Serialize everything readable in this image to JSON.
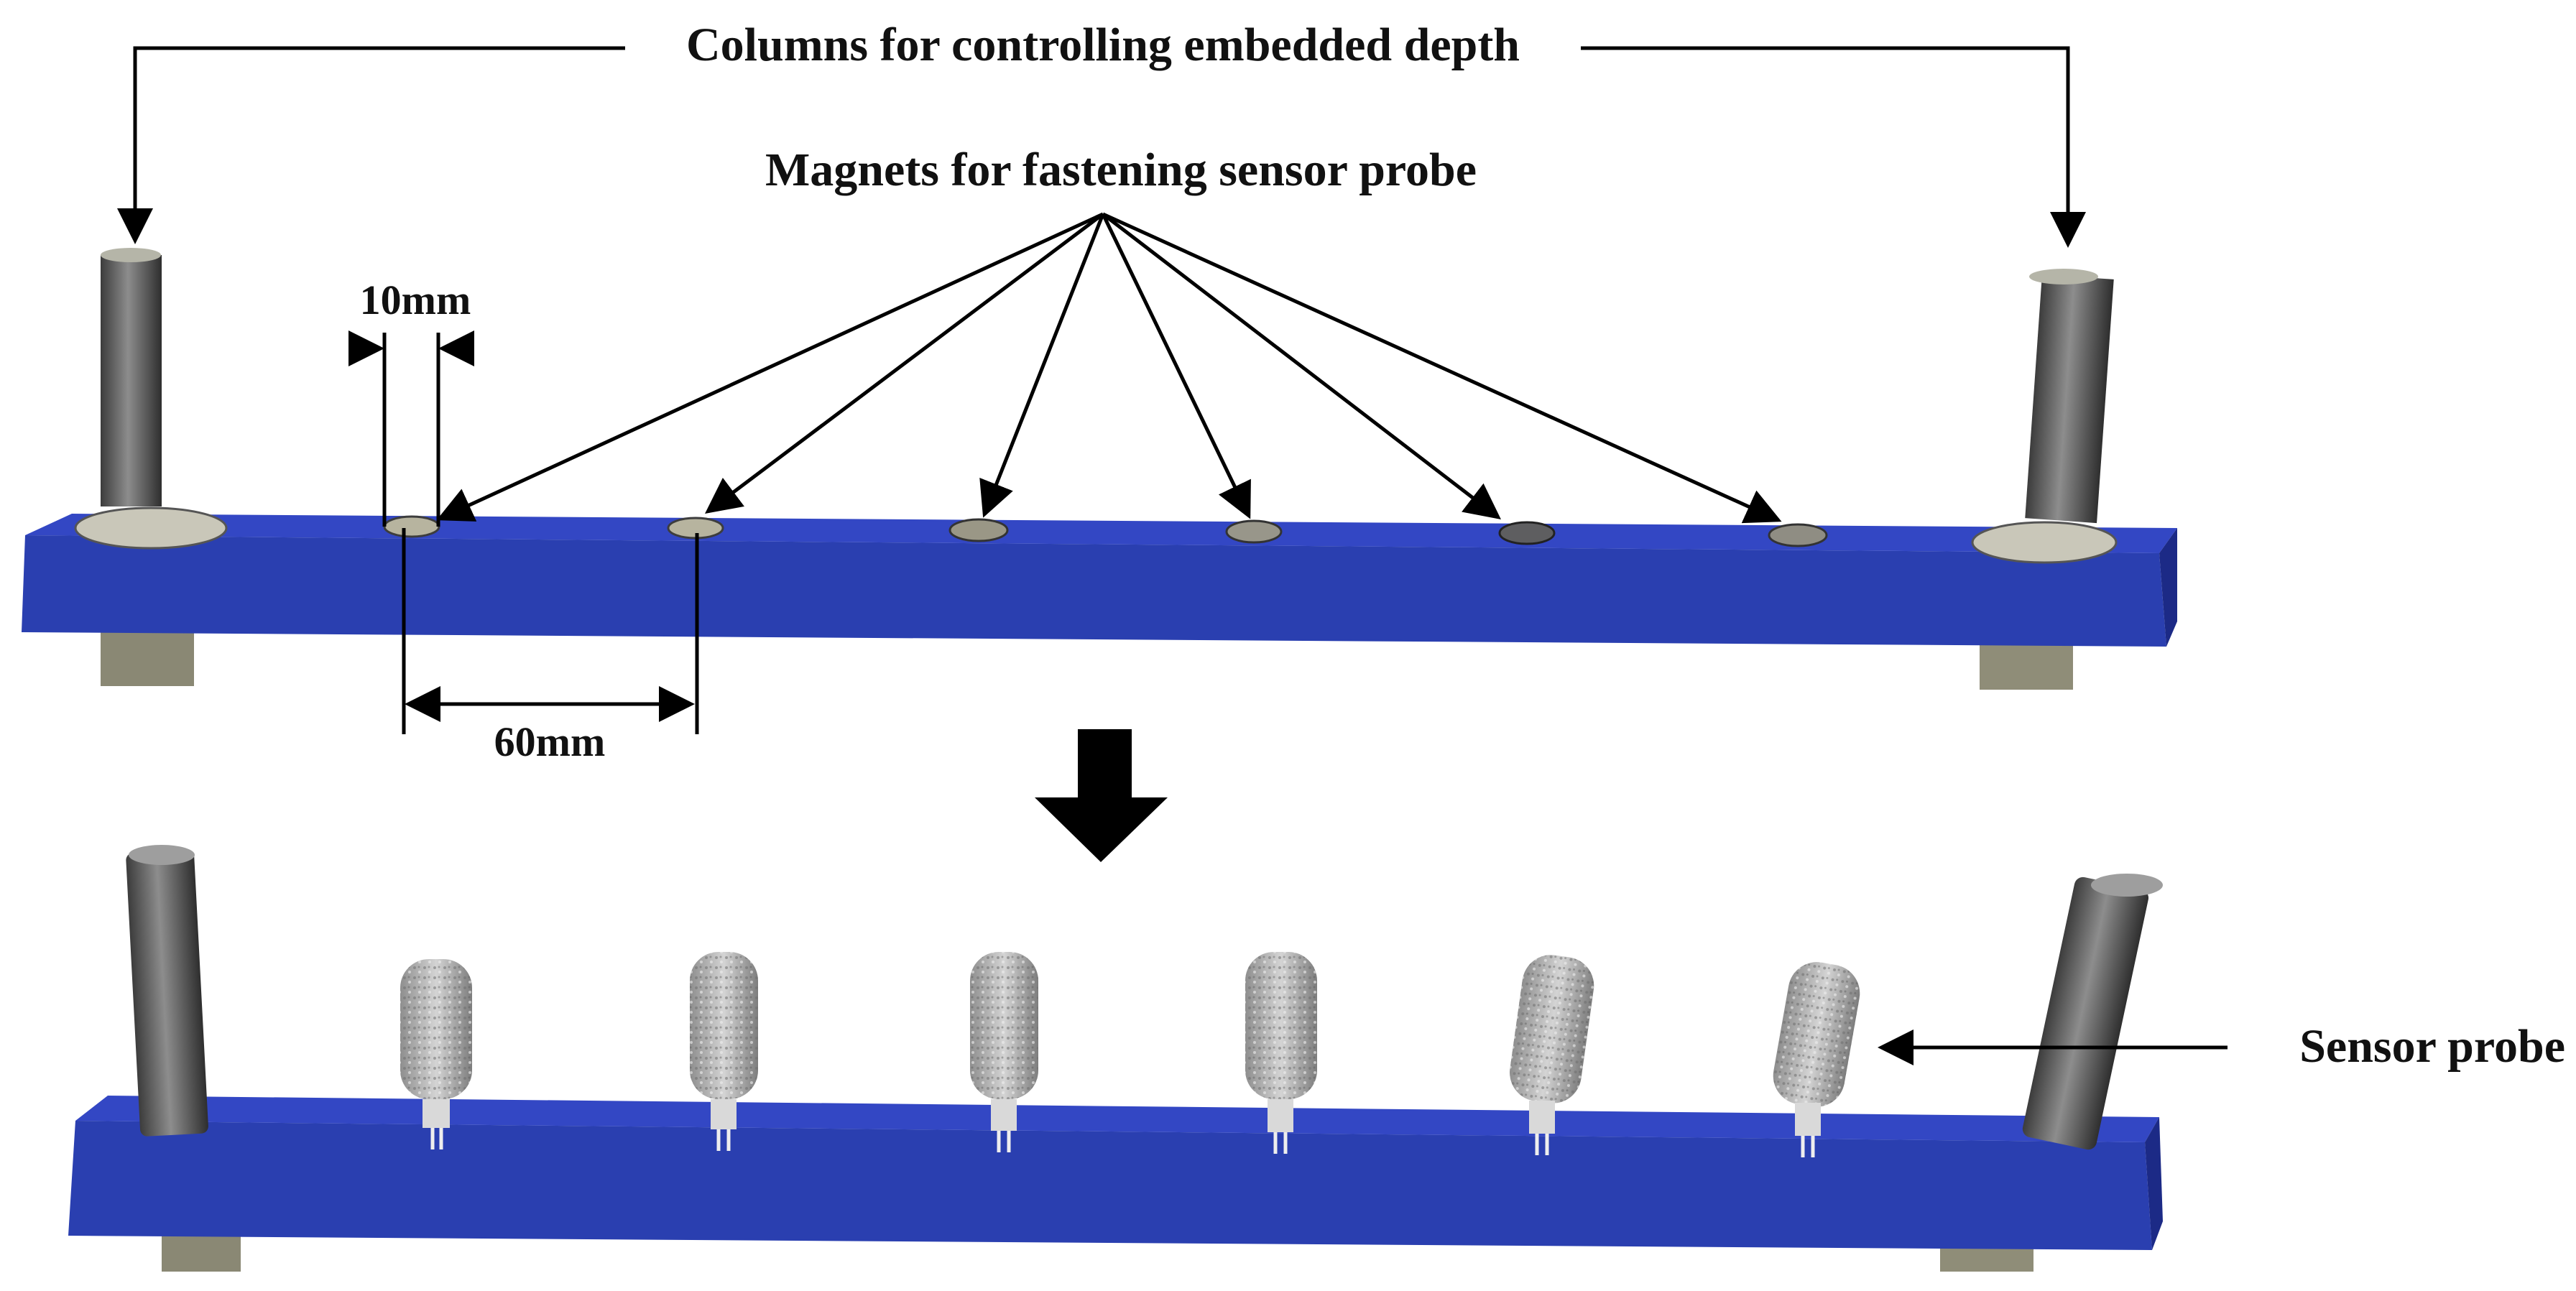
{
  "labels": {
    "columns": "Columns for controlling embedded depth",
    "magnets": "Magnets for fastening sensor probe",
    "gap_10mm": "10mm",
    "spacing_60mm": "60mm",
    "sensor_probe": "Sensor probe"
  },
  "colors": {
    "bar_blue": "#2a3fb0",
    "bar_blue_dark": "#1c2a86",
    "bar_top": "#3347c4",
    "steel": "#5a5a5a",
    "steel_light": "#8c8c8c",
    "magnet": "#9a9a90",
    "probe": "#b8b8b8",
    "ink": "#000000"
  },
  "counts": {
    "magnets": 6,
    "probes": 6,
    "columns": 2
  },
  "transition_arrow": "down-arrow-icon"
}
